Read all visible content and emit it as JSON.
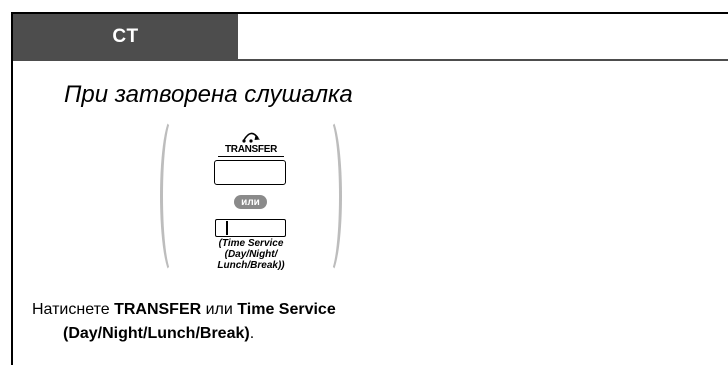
{
  "header": {
    "tab_label": "CT"
  },
  "condition": "При затворена слушалка",
  "keypad": {
    "transfer_label": "TRANSFER",
    "or_label": "или",
    "time_service_caption": [
      "(Time Service",
      "(Day/Night/",
      "Lunch/Break))"
    ]
  },
  "instruction": {
    "prefix": "Натиснете ",
    "key1": "TRANSFER",
    "middle": " или ",
    "key2_line1": "Time Service",
    "key2_line2": "(Day/Night/Lunch/Break)",
    "suffix": "."
  },
  "colors": {
    "tab_bg": "#4d4d4d",
    "paren": "#bdbdbd",
    "or_badge": "#8a8a8a"
  },
  "icons": [
    "transfer-arrow-icon"
  ]
}
